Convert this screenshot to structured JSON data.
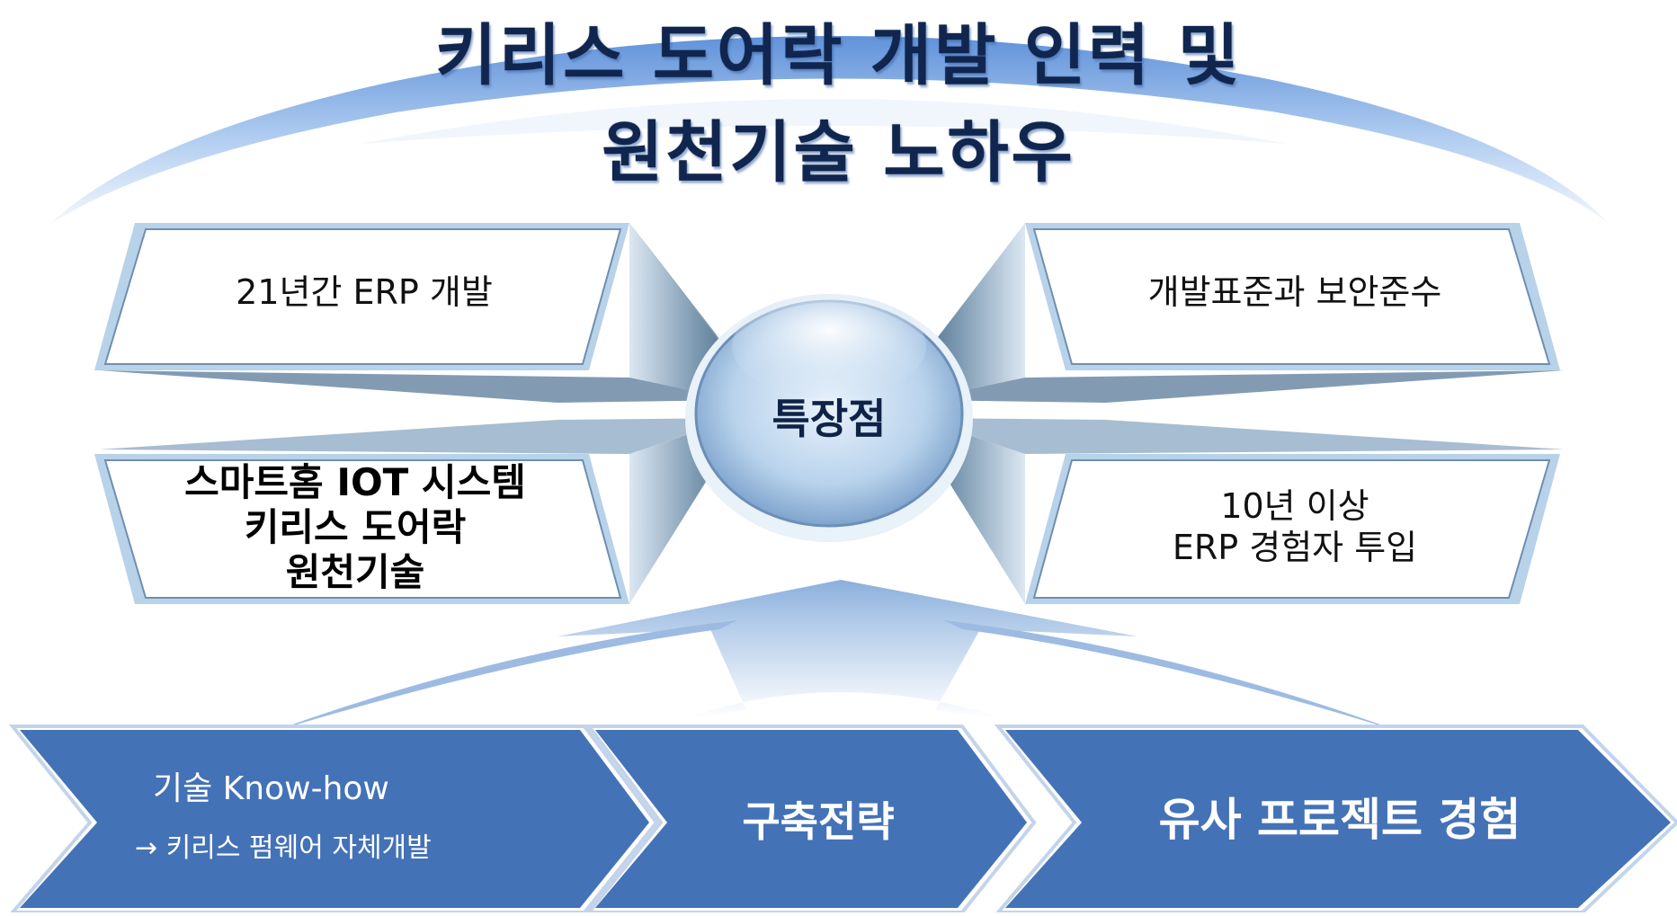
{
  "title": {
    "line1": "키리스 도어락 개발 인력 및",
    "line2": "원천기술 노하우"
  },
  "center": {
    "label": "특장점"
  },
  "boxes": {
    "top_left": "21년간 ERP 개발",
    "top_right": "개발표준과 보안준수",
    "bottom_left": [
      "스마트홈 IOT 시스템",
      "키리스 도어락",
      "원천기술"
    ],
    "bottom_right": [
      "10년 이상",
      "ERP 경험자 투입"
    ]
  },
  "chevrons": [
    {
      "title": "기술 Know-how",
      "subtitle": "→ 키리스 펌웨어 자체개발"
    },
    {
      "title": "구축전략"
    },
    {
      "title": "유사 프로젝트 경험"
    }
  ],
  "colors": {
    "title_text": "#10264f",
    "arc_blue": "#7aa6e0",
    "chevron_blue": "#4472b6",
    "box_border": "#9ec2e6",
    "connector_dark": "#5f7f99"
  }
}
